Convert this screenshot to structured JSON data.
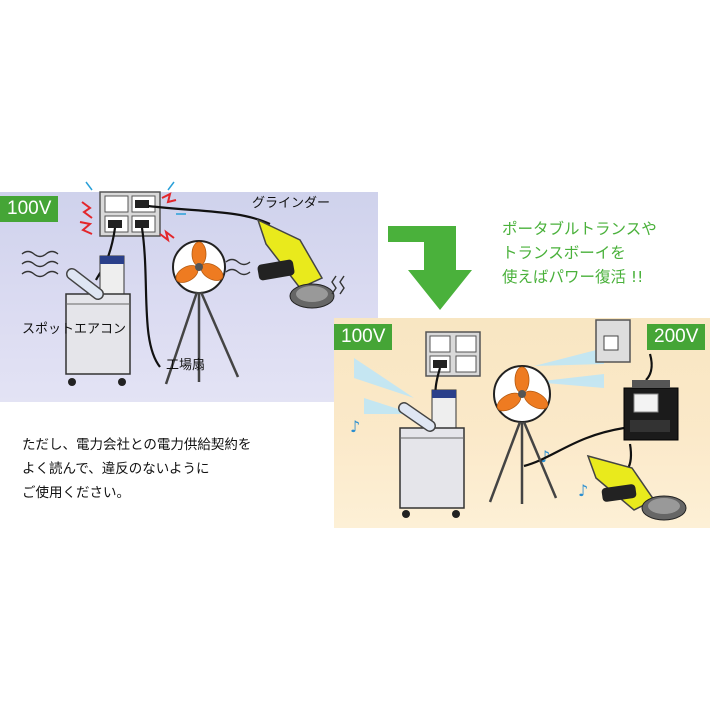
{
  "before_panel": {
    "voltage_label": "100V",
    "grinder_label": "グラインダー",
    "spot_aircon_label": "スポットエアコン",
    "factory_fan_label": "工場扇"
  },
  "after_panel": {
    "voltage_left_label": "100V",
    "voltage_right_label": "200V"
  },
  "promo_text": {
    "line1": "ポータブルトランスや",
    "line2": "トランスボーイを",
    "line3": "使えばパワー復活 !!"
  },
  "note_text": {
    "line1": "ただし、電力会社との電力供給契約を",
    "line2": "よく読んで、違反のないように",
    "line3": "ご使用ください。"
  },
  "colors": {
    "accent_green": "#4ab13b",
    "before_bg": "#d4d5ee",
    "after_bg": "#fae8c6",
    "fan_orange": "#ee7b21",
    "grinder_yellow": "#e9ea1c",
    "spark_red": "#e3262b"
  }
}
